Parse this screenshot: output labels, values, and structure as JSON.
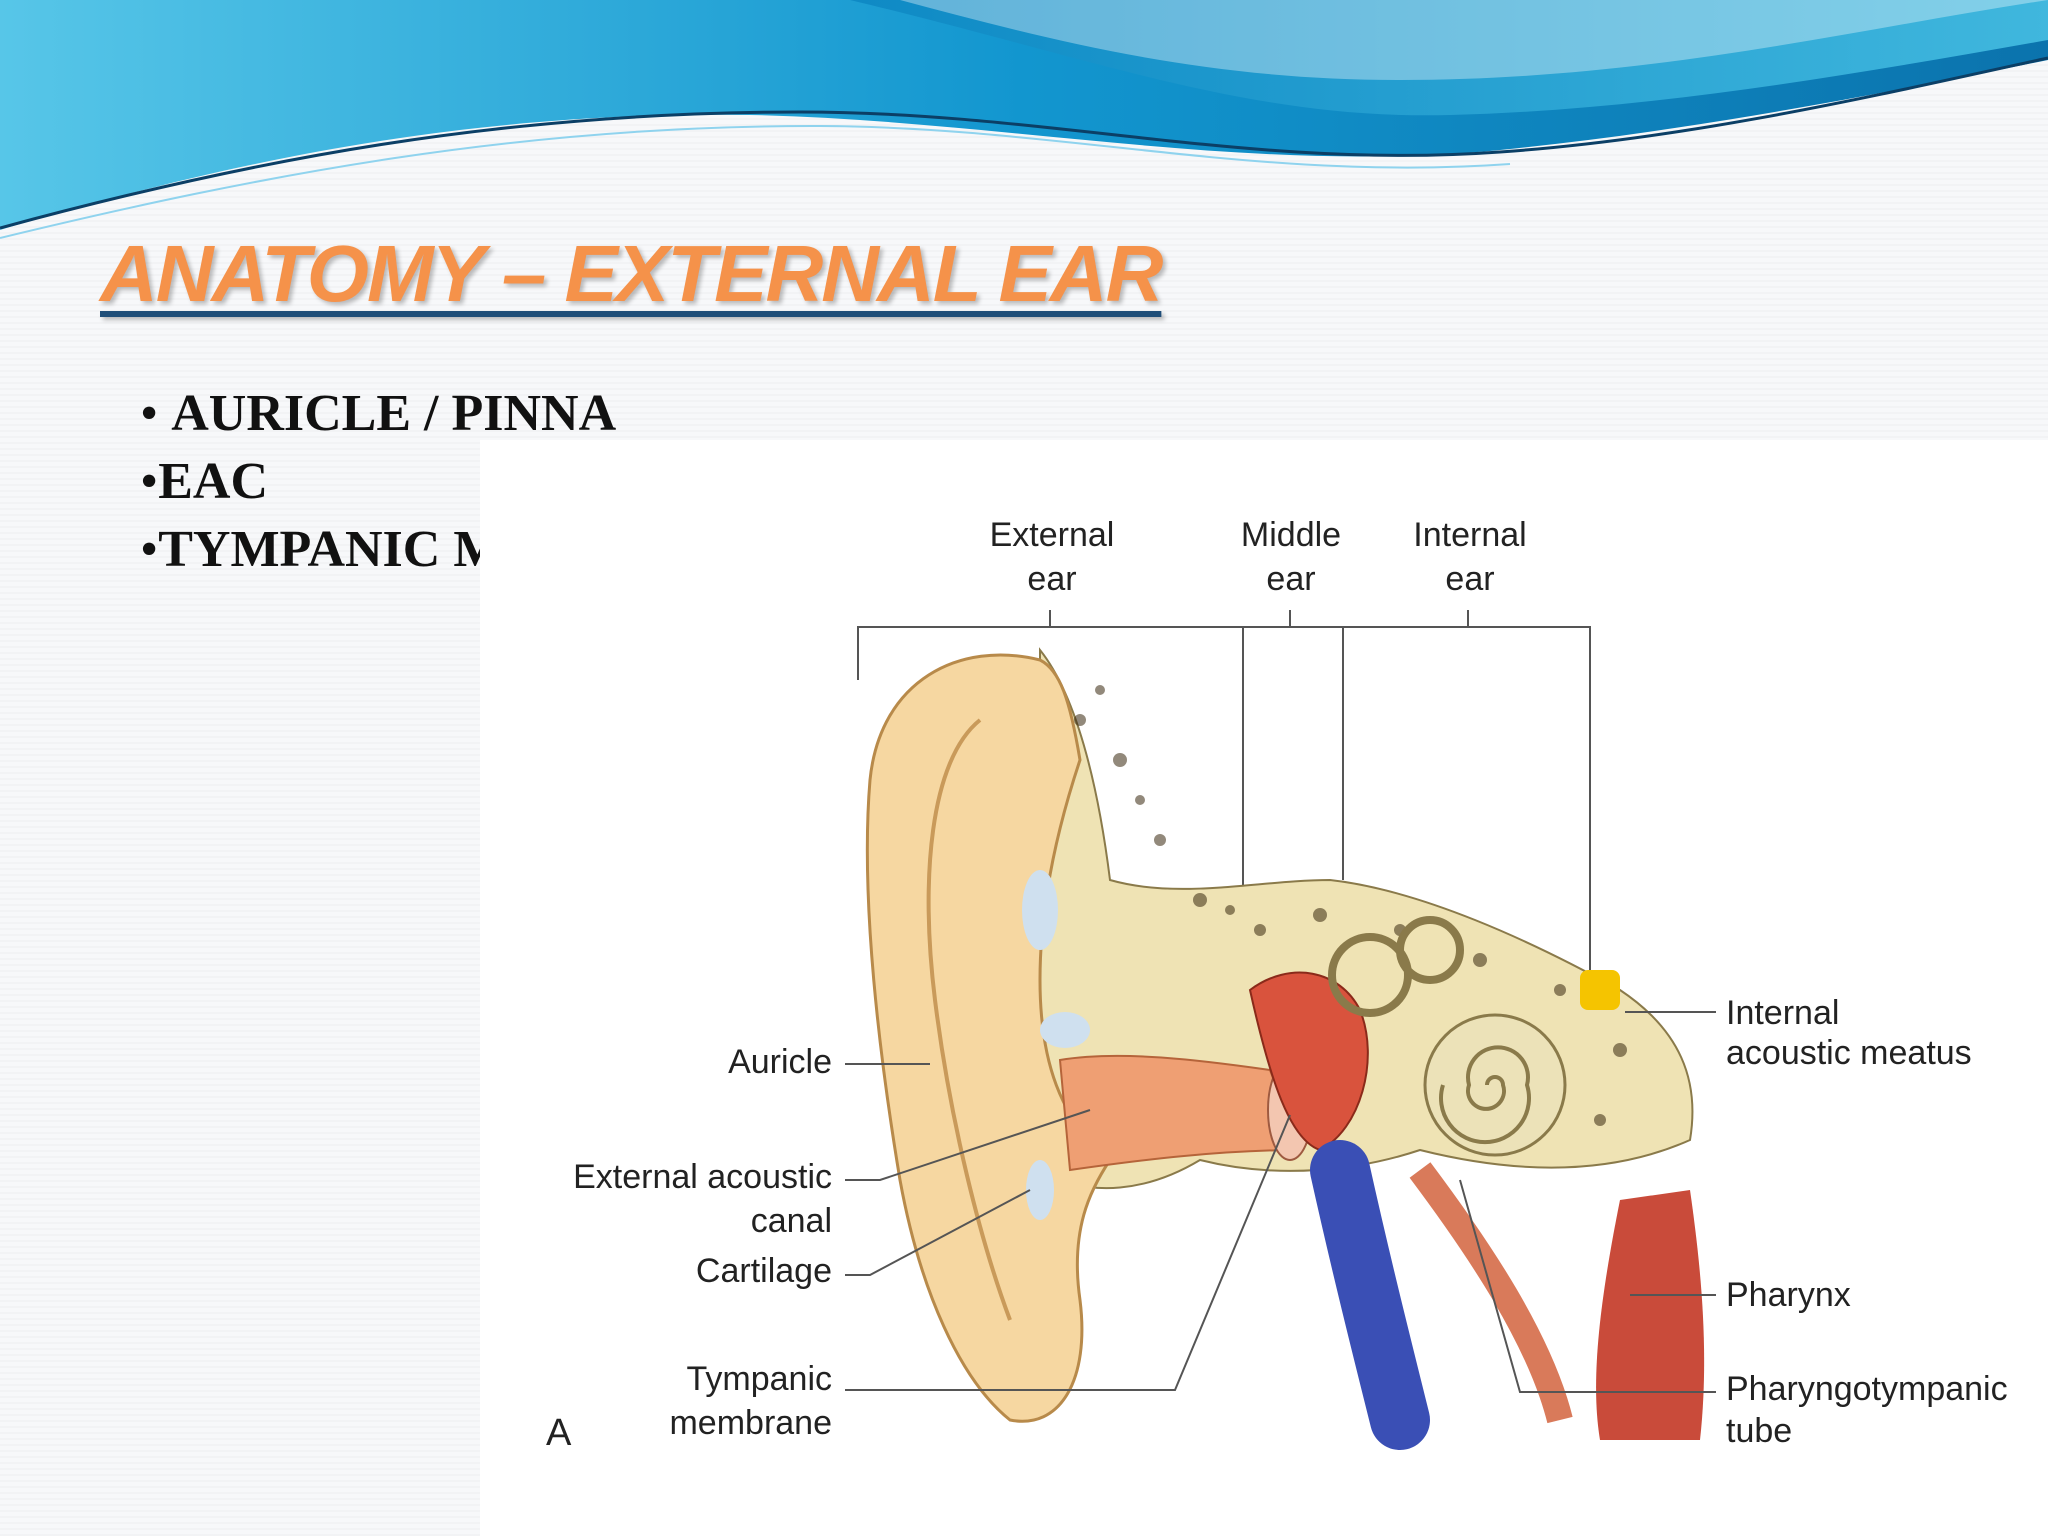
{
  "slide": {
    "title": "ANATOMY – EXTERNAL EAR",
    "bullets": [
      "AURICLE / PINNA",
      "EAC",
      "TYMPANIC MEMBRANE"
    ]
  },
  "diagram": {
    "headers": {
      "external": [
        "External",
        "ear"
      ],
      "middle": [
        "Middle",
        "ear"
      ],
      "internal": [
        "Internal",
        "ear"
      ]
    },
    "labels": {
      "auricle": "Auricle",
      "external_canal": [
        "External acoustic",
        "canal"
      ],
      "cartilage": "Cartilage",
      "tympanic": [
        "Tympanic",
        "membrane"
      ],
      "internal_meatus": [
        "Internal",
        "acoustic meatus"
      ],
      "pharynx": "Pharynx",
      "pharyngotympanic": [
        "Pharyngotympanic",
        "tube"
      ]
    },
    "panel_letter": "A"
  },
  "colors": {
    "title": "#f5924a",
    "title_underline": "#1f4e79",
    "wave_dark": "#0a6fa8",
    "wave_light": "#49c3e6",
    "skin": "#f6d7a1",
    "canal": "#ef9f73",
    "vein": "#3a4fb5",
    "muscle": "#c94b3a",
    "bone": "#efe3b4"
  }
}
